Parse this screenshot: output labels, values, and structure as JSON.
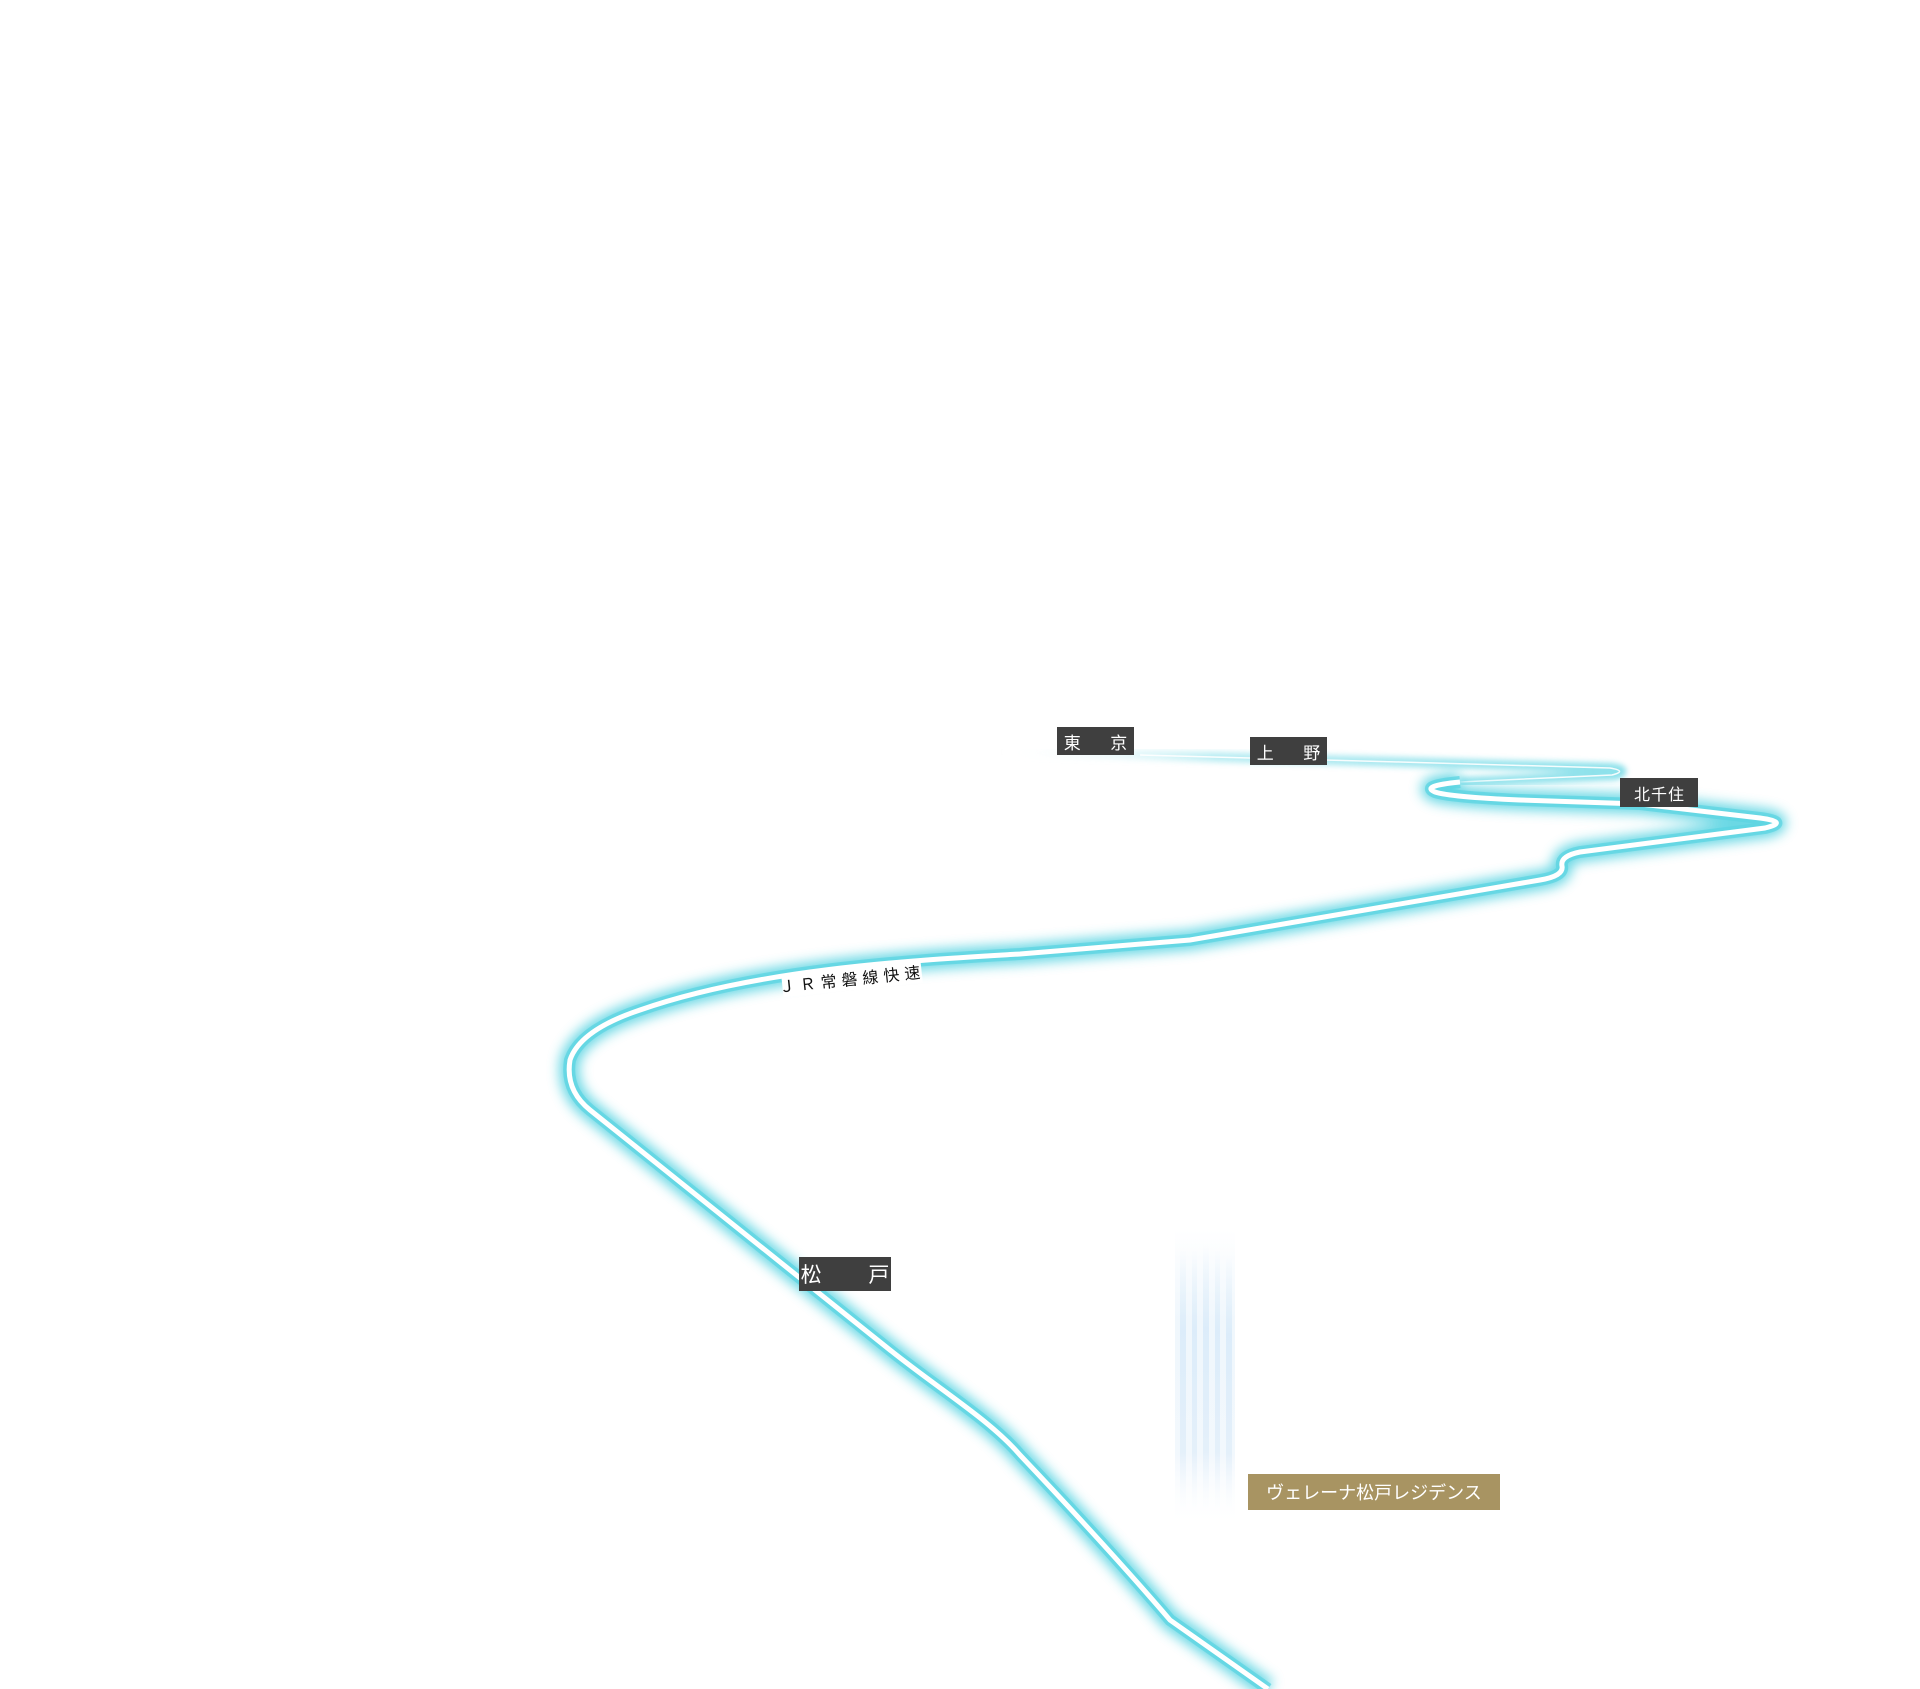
{
  "map": {
    "line_name": "ＪＲ常磐線快速",
    "stations": {
      "tokyo": "東 京",
      "ueno": "上 野",
      "kitasenju": "北千住",
      "matsudo": "松 戸"
    },
    "property": {
      "label": "ヴェレーナ松戸レジデンス"
    },
    "colors": {
      "route_glow": "#5cd4e2",
      "route_core": "#ffffff",
      "station_label_bg": "#3f3f3f",
      "property_label_bg": "#a89462",
      "light_beam": "#d4e8f8"
    }
  }
}
